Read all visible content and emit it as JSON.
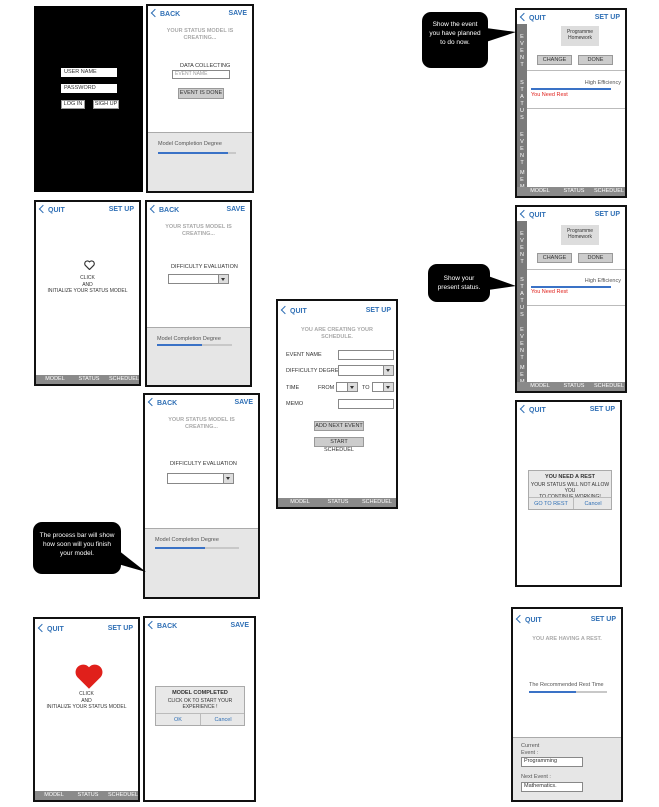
{
  "login": {
    "username": "USER NAME",
    "password": "PASSWORD",
    "login_btn": "LOG IN",
    "signup_btn": "SIGH UP"
  },
  "nav": {
    "back": "BACK",
    "save": "SAVE",
    "quit": "QUIT",
    "setup": "SET UP"
  },
  "creating": {
    "title_line1": "YOUR STATUS MODEL IS",
    "title_line2": "CREATING...",
    "data_collecting": "DATA COLLECTING",
    "event_placeholder": "EVENT NAME",
    "event_done": "EVENT IS DONE",
    "difficulty_eval": "DIFFICULTY EVALUATION",
    "completion_degree": "Model Completion Degree"
  },
  "progress": {
    "screen2": 0.9,
    "screen4": 0.6,
    "screen6": 0.6
  },
  "click_init": {
    "line1": "CLICK",
    "line2": "AND",
    "line3": "INITIALIZE YOUR STATUS MODEL"
  },
  "tabs": {
    "model": "MODEL",
    "status": "STATUS",
    "schedule": "SCHEDUEL"
  },
  "schedule": {
    "title_line1": "YOU ARE CREATING YOUR",
    "title_line2": "SCHEDULE.",
    "event_name": "EVENT NAME",
    "difficulty": "DIFFICULTY DEGREE",
    "time": "TIME",
    "from": "FROM",
    "to": "TO",
    "memo": "MEMO",
    "add_next": "ADD NEXT EVENT",
    "start": "START SCHEDUEL"
  },
  "bubbles": {
    "process": "The process bar will show how soon will you finish your model.",
    "event": "Show the event you have planned to do now.",
    "status": "Show your present status."
  },
  "completed": {
    "title": "MODEL COMPLETED",
    "msg_line1": "CLICK OK TO START YOUR",
    "msg_line2": "EXPERIENCE !",
    "ok": "OK",
    "cancel": "Cancel"
  },
  "status_screen": {
    "side_event": "EVENT",
    "side_status": "STATUS",
    "side_event2": "EVENT",
    "side_memo": "MEMO",
    "programme_line1": "Programme",
    "programme_line2": "Homework",
    "change": "CHANGE",
    "done": "DONE",
    "high_eff": "High Efficiency",
    "need_rest": "You Need Rest"
  },
  "rest_dialog": {
    "title": "YOU NEED A REST",
    "msg_line1": "YOUR STATUS WILL NOT ALLOW YOU",
    "msg_line2": "TO CONTINUE WORKING!",
    "go": "GO TO REST",
    "cancel": "Cancel"
  },
  "having_rest": {
    "title": "YOU ARE HAVING A REST.",
    "rec_time": "The Recommended Rest Time",
    "current_label1": "Current",
    "current_label2": "Event :",
    "current_value": "Programming",
    "next_label": "Next Event :",
    "next_value": "Mathematics."
  },
  "colors": {
    "accent": "#2f6fb5",
    "heart": "#e0201b",
    "progress": "#3a72c6"
  }
}
